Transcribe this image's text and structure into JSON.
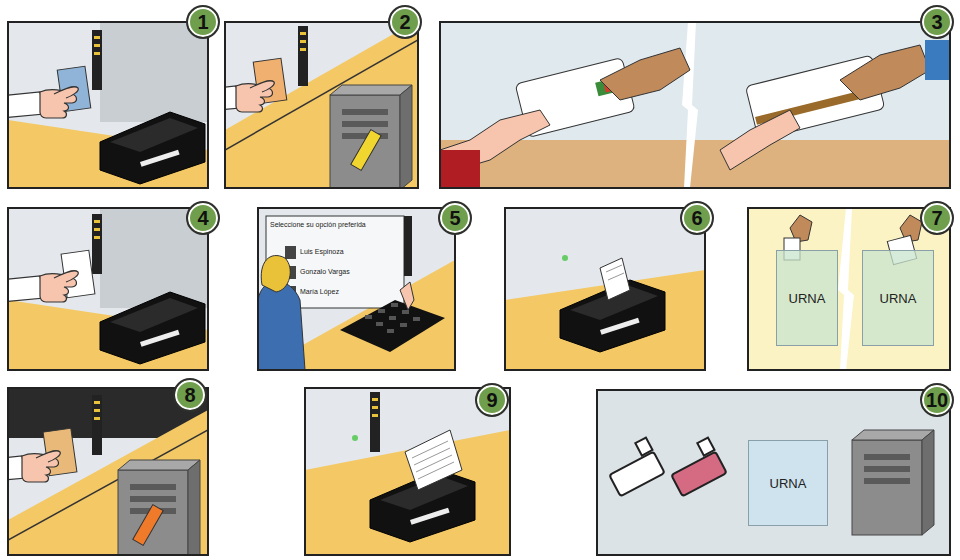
{
  "diagram": {
    "nodes": [
      {
        "text": [
          "1"
        ]
      },
      {
        "text": [
          "2"
        ]
      },
      {
        "text": [
          "3"
        ]
      },
      {
        "text": [
          "4"
        ]
      },
      {
        "text": [
          "5"
        ]
      },
      {
        "text": [
          "6"
        ]
      },
      {
        "text": [
          "7"
        ]
      },
      {
        "text": [
          "URNA"
        ]
      },
      {
        "text": [
          "URNA"
        ]
      },
      {
        "text": [
          "8"
        ]
      },
      {
        "text": [
          "9"
        ]
      },
      {
        "text": [
          "10"
        ]
      },
      {
        "text": [
          "URNA"
        ]
      }
    ],
    "labels": [
      "Seleccione su opción preferida",
      "Luis Espinoza",
      "Gonzalo Vargas",
      "María López"
    ]
  }
}
